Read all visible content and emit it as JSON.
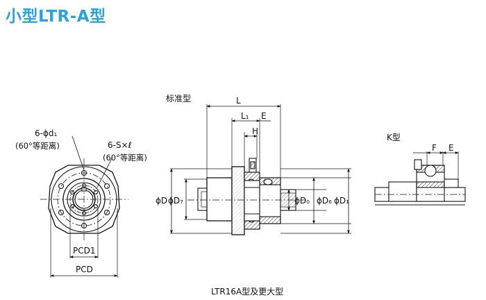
{
  "title": "小型LTR-A型",
  "side_label_standard": "标准型",
  "side_label_k": "K型",
  "caption": "LTR16A型及更大型",
  "front_view": {
    "hole_note_line1": "6-ϕd₁",
    "hole_note_line2": "(60°等距离)",
    "screw_note_line1": "6-S×ℓ",
    "screw_note_line2": "(60°等距离)",
    "pcd1": "PCD1",
    "pcd": "PCD"
  },
  "side_view": {
    "L": "L",
    "L1": "L₁",
    "E": "E",
    "H": "H",
    "phiD": "ϕD",
    "phiD7": "ϕD₇",
    "phiD0": "ϕD₀",
    "phiD6": "ϕD₆",
    "phiD1": "ϕD₁"
  },
  "k_view": {
    "F": "F",
    "E": "E"
  },
  "colors": {
    "title": "#29a3d9",
    "line": "#111111",
    "hatch": "#333333"
  }
}
